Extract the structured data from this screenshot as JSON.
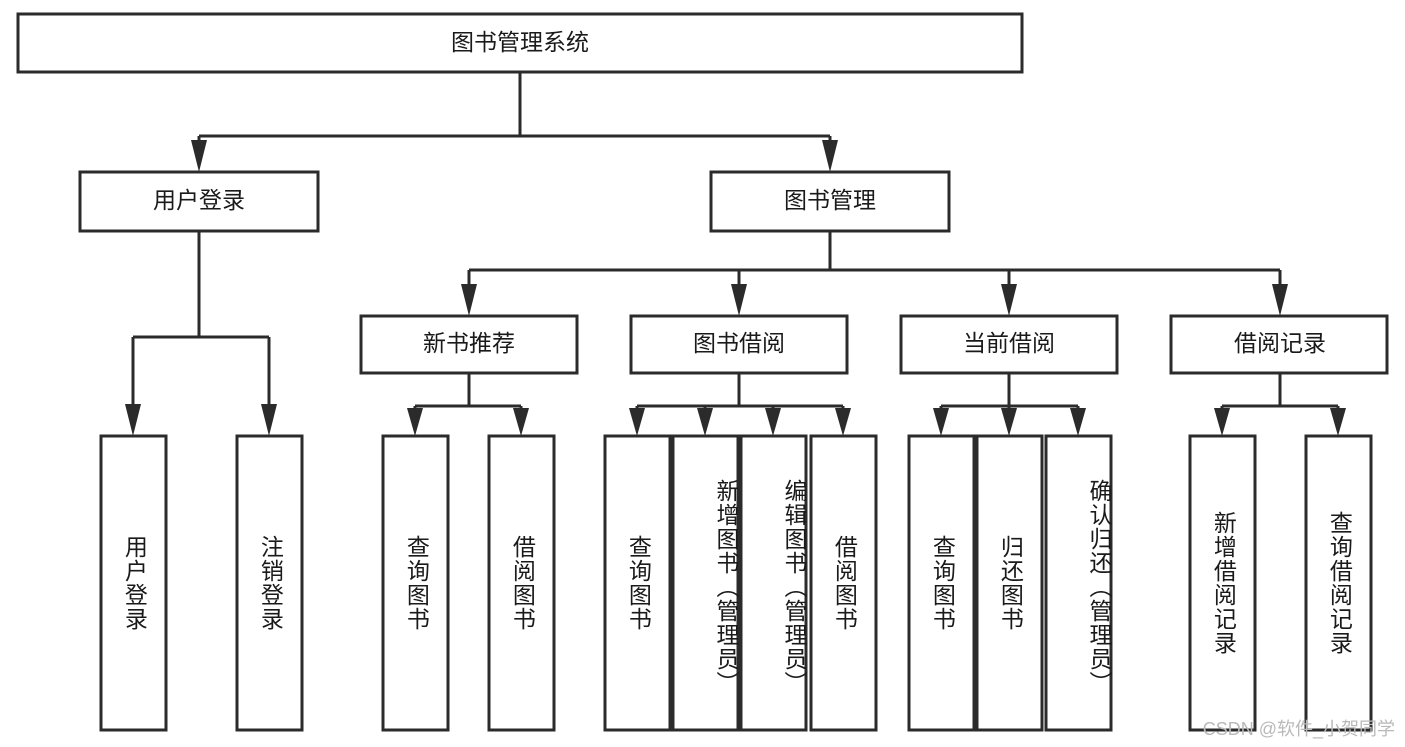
{
  "diagram": {
    "title": "图书管理系统",
    "type": "tree-flowchart",
    "watermark": "CSDN @软件_小贺同学",
    "colors": {
      "stroke": "#2b2b2b",
      "fill": "#ffffff",
      "text": "#1a1a1a",
      "watermark": "#b9b9b9",
      "background": "#ffffff"
    },
    "nodes": {
      "root": {
        "label": "图书管理系统",
        "orientation": "horizontal"
      },
      "level2": [
        {
          "id": "user-login",
          "label": "用户登录",
          "orientation": "horizontal"
        },
        {
          "id": "book-manage",
          "label": "图书管理",
          "orientation": "horizontal"
        }
      ],
      "level3": [
        {
          "id": "new-book-recommend",
          "label": "新书推荐",
          "orientation": "horizontal"
        },
        {
          "id": "book-borrow",
          "label": "图书借阅",
          "orientation": "horizontal"
        },
        {
          "id": "current-borrow",
          "label": "当前借阅",
          "orientation": "horizontal"
        },
        {
          "id": "borrow-record",
          "label": "借阅记录",
          "orientation": "horizontal"
        }
      ],
      "leaves": [
        {
          "id": "leaf-user-login",
          "label": "用户登录",
          "parent": "user-login",
          "orientation": "vertical"
        },
        {
          "id": "leaf-logout-login",
          "label": "注销登录",
          "parent": "user-login",
          "orientation": "vertical"
        },
        {
          "id": "leaf-query-book-1",
          "label": "查询图书",
          "parent": "new-book-recommend",
          "orientation": "vertical"
        },
        {
          "id": "leaf-borrow-book-1",
          "label": "借阅图书",
          "parent": "new-book-recommend",
          "orientation": "vertical"
        },
        {
          "id": "leaf-query-book-2",
          "label": "查询图书",
          "parent": "book-borrow",
          "orientation": "vertical"
        },
        {
          "id": "leaf-add-book-admin",
          "label": "新增图书（管理员）",
          "parent": "book-borrow",
          "orientation": "vertical"
        },
        {
          "id": "leaf-edit-book-admin",
          "label": "编辑图书（管理员）",
          "parent": "book-borrow",
          "orientation": "vertical"
        },
        {
          "id": "leaf-borrow-book-2",
          "label": "借阅图书",
          "parent": "book-borrow",
          "orientation": "vertical"
        },
        {
          "id": "leaf-query-book-3",
          "label": "查询图书",
          "parent": "current-borrow",
          "orientation": "vertical"
        },
        {
          "id": "leaf-return-book",
          "label": "归还图书",
          "parent": "current-borrow",
          "orientation": "vertical"
        },
        {
          "id": "leaf-confirm-return-admin",
          "label": "确认归还（管理员）",
          "parent": "current-borrow",
          "orientation": "vertical"
        },
        {
          "id": "leaf-add-borrow-record",
          "label": "新增借阅记录",
          "parent": "borrow-record",
          "orientation": "vertical"
        },
        {
          "id": "leaf-query-borrow-record",
          "label": "查询借阅记录",
          "parent": "borrow-record",
          "orientation": "vertical"
        }
      ]
    }
  }
}
